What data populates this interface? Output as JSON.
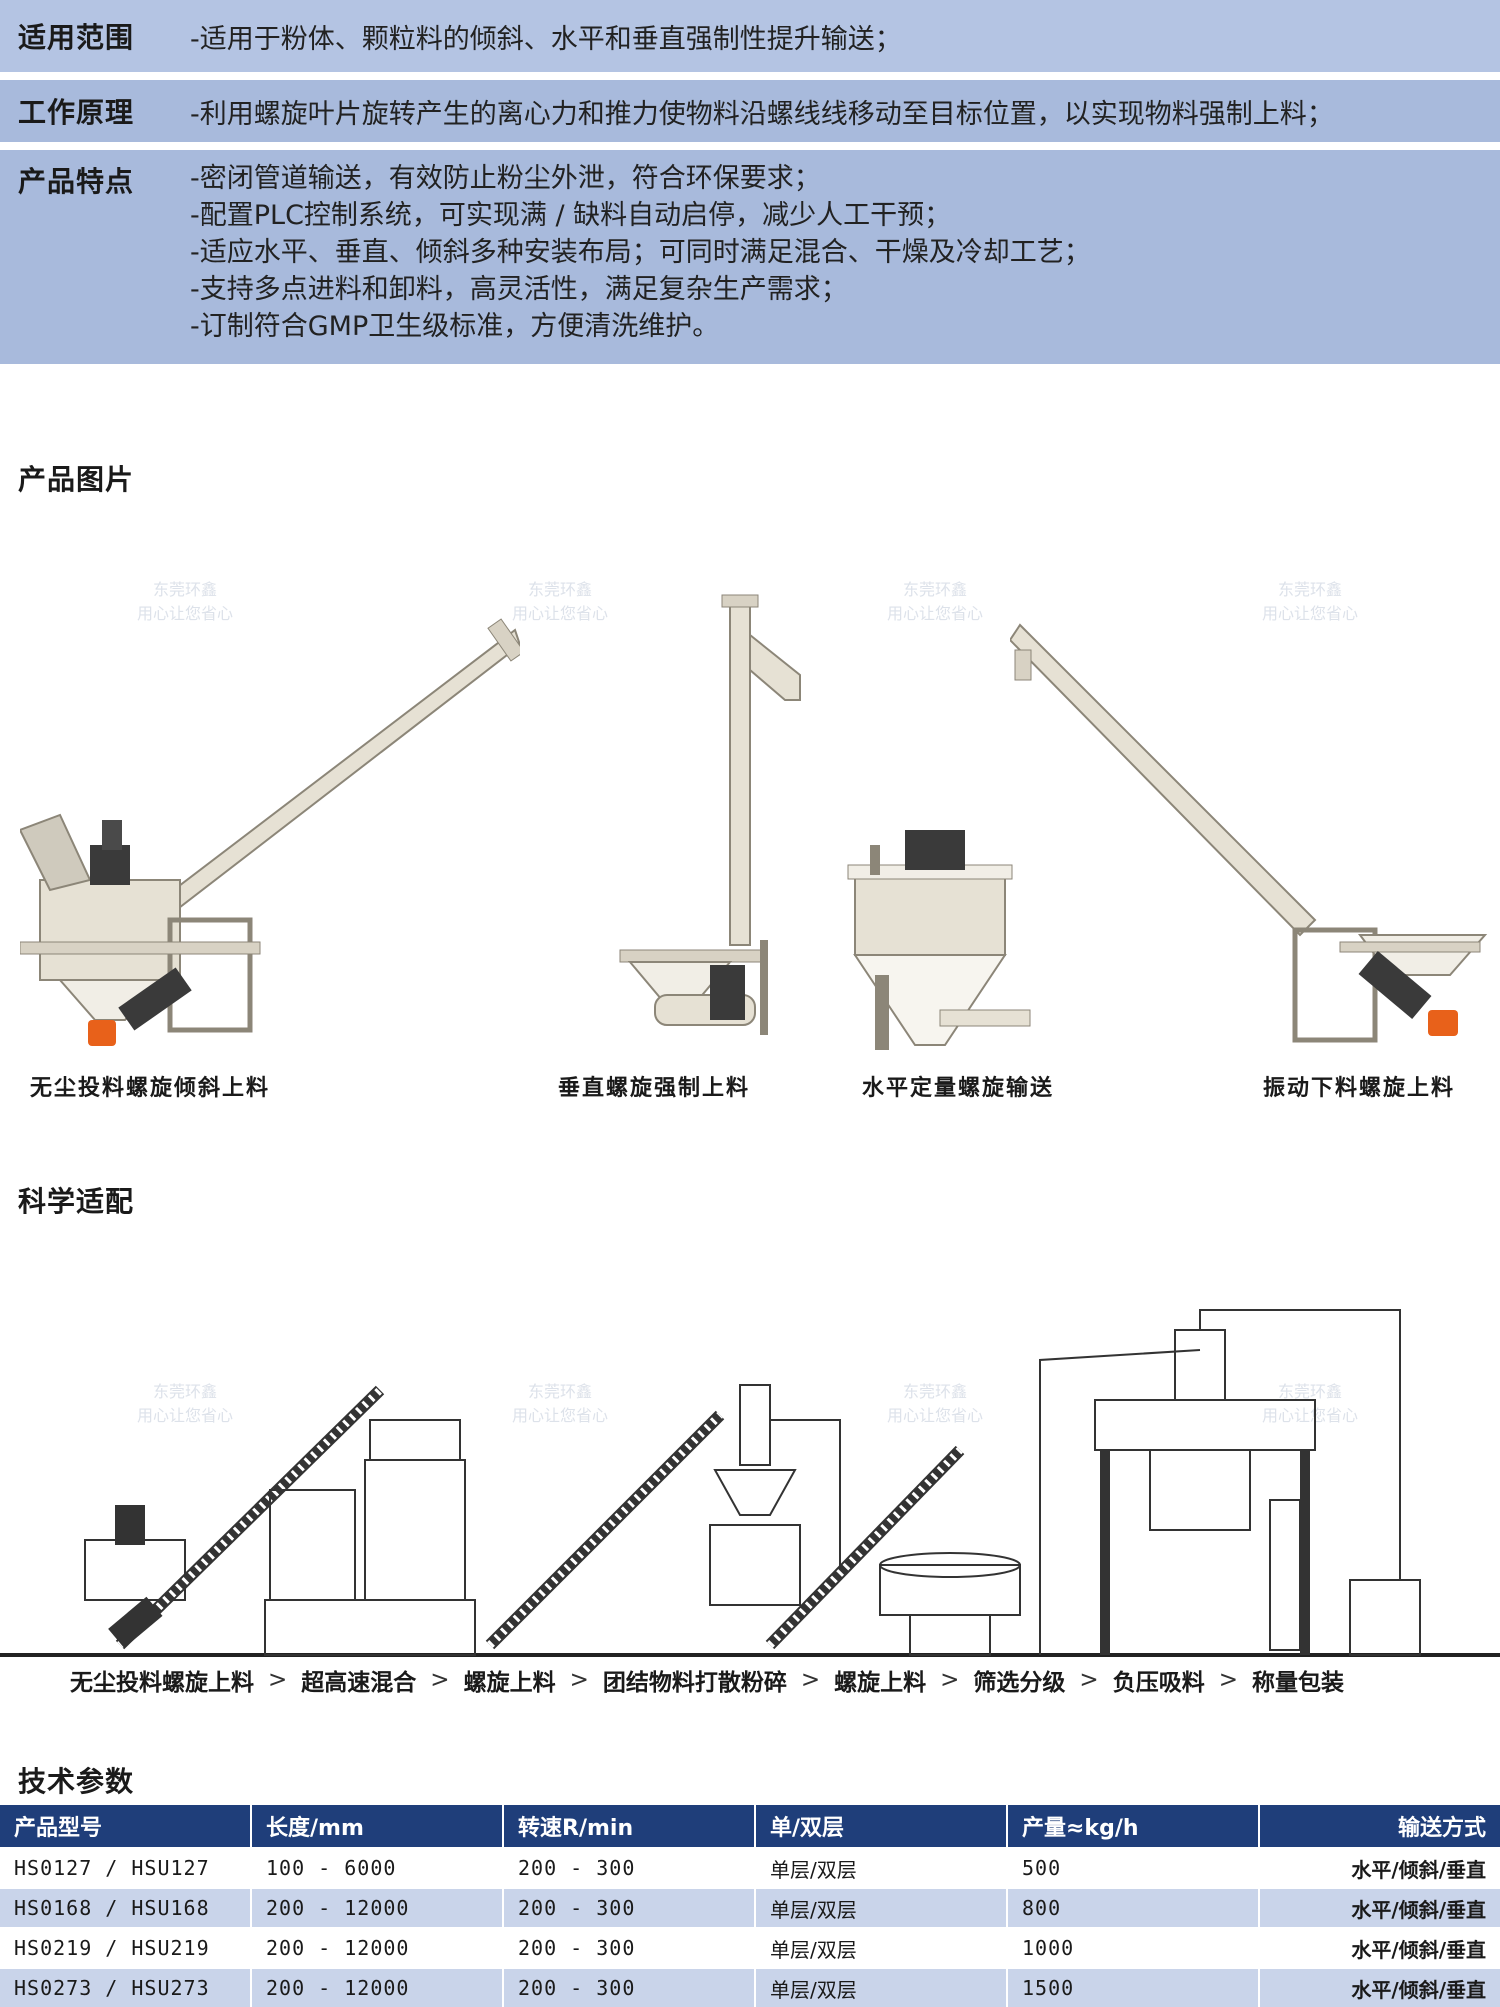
{
  "info": {
    "scope_label": "适用范围",
    "scope_text": "-适用于粉体、颗粒料的倾斜、水平和垂直强制性提升输送；",
    "principle_label": "工作原理",
    "principle_text": "-利用螺旋叶片旋转产生的离心力和推力使物料沿螺线线移动至目标位置，以实现物料强制上料；",
    "features_label": "产品特点",
    "features": [
      "-密闭管道输送，有效防止粉尘外泄，符合环保要求；",
      "-配置PLC控制系统，可实现满 / 缺料自动启停，减少人工干预；",
      "-适应水平、垂直、倾斜多种安装布局；可同时满足混合、干燥及冷却工艺；",
      "-支持多点进料和卸料，高灵活性，满足复杂生产需求；",
      "-订制符合GMP卫生级标准，方便清洗维护。"
    ]
  },
  "watermark": [
    "东莞环鑫",
    "用心让您省心"
  ],
  "sections": {
    "pictures": "产品图片",
    "adapt": "科学适配",
    "params": "技术参数"
  },
  "products": [
    "无尘投料螺旋倾斜上料",
    "垂直螺旋强制上料",
    "水平定量螺旋输送",
    "振动下料螺旋上料"
  ],
  "process": [
    "无尘投料螺旋上料",
    "超高速混合",
    "螺旋上料",
    "团结物料打散粉碎",
    "螺旋上料",
    "筛选分级",
    "负压吸料",
    "称量包装"
  ],
  "process_separator": ">",
  "table": {
    "headers": [
      "产品型号",
      "长度/mm",
      "转速R/min",
      "单/双层",
      "产量≈kg/h",
      "输送方式"
    ],
    "rows": [
      [
        "HS0127 / HSU127",
        "100 - 6000",
        "200 - 300",
        "单层/双层",
        "500",
        "水平/倾斜/垂直"
      ],
      [
        "HS0168 / HSU168",
        "200 - 12000",
        "200 - 300",
        "单层/双层",
        "800",
        "水平/倾斜/垂直"
      ],
      [
        "HS0219 / HSU219",
        "200 - 12000",
        "200 - 300",
        "单层/双层",
        "1000",
        "水平/倾斜/垂直"
      ],
      [
        "HS0273 / HSU273",
        "200 - 12000",
        "200 - 300",
        "单层/双层",
        "1500",
        "水平/倾斜/垂直"
      ]
    ]
  },
  "colors": {
    "band": "#aebfe0",
    "table_header": "#1f3e7a",
    "table_stripe": "#c9d4ea",
    "machine_body": "#e6e1d4",
    "motor": "#3a3a3a",
    "accent_orange": "#e8611a"
  }
}
